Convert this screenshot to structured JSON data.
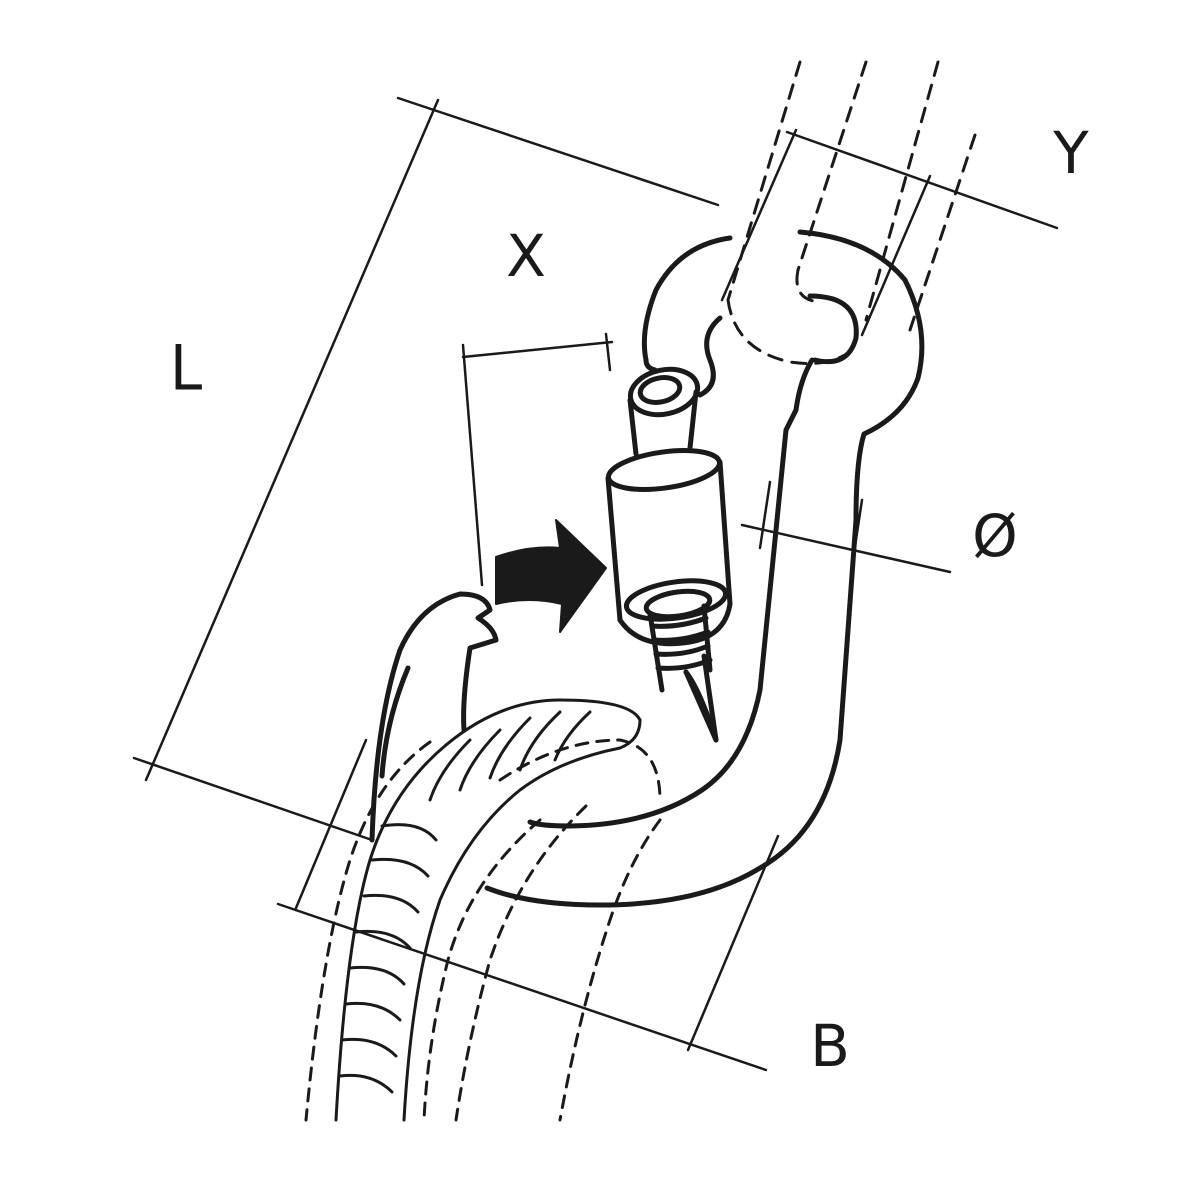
{
  "diagram": {
    "labels": {
      "L": "L",
      "X": "X",
      "Y": "Y",
      "D": "Ø",
      "B": "B"
    },
    "icons": [
      "snap-hook-with-screw-gate",
      "rope",
      "thimble-eye",
      "direction-arrow"
    ],
    "colors": {
      "ink": "#1a1a1a",
      "background": "#ffffff"
    }
  }
}
